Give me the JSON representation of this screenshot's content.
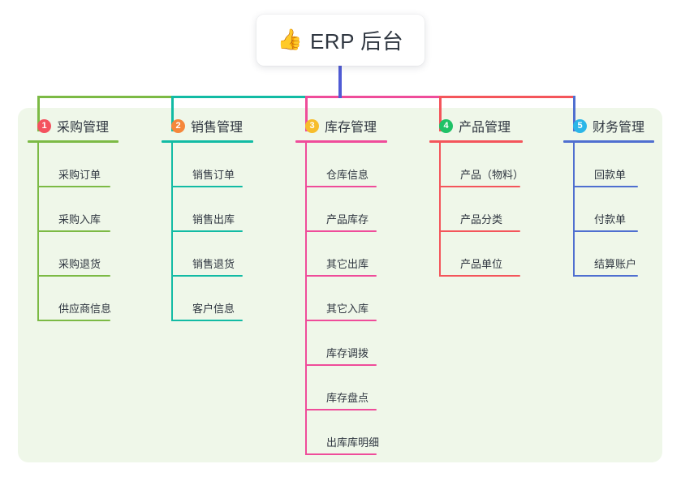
{
  "root": {
    "icon": "thumbs-up-emoji",
    "emoji": "👍",
    "title": "ERP 后台"
  },
  "palette": {
    "panel_bg": "#eff7e9",
    "page_bg": "#ffffff",
    "text": "#2f3640",
    "root_stem": "#4f5bd5"
  },
  "columns": [
    {
      "number": "1",
      "title": "采购管理",
      "badge_color": "#f4525f",
      "line_color": "#7cba45",
      "items": [
        {
          "label": "采购订单"
        },
        {
          "label": "采购入库"
        },
        {
          "label": "采购退货"
        },
        {
          "label": "供应商信息"
        }
      ]
    },
    {
      "number": "2",
      "title": "销售管理",
      "badge_color": "#f5873b",
      "line_color": "#12bba4",
      "items": [
        {
          "label": "销售订单"
        },
        {
          "label": "销售出库"
        },
        {
          "label": "销售退货"
        },
        {
          "label": "客户信息"
        }
      ]
    },
    {
      "number": "3",
      "title": "库存管理",
      "badge_color": "#f7bd2b",
      "line_color": "#ef4c9a",
      "items": [
        {
          "label": "仓库信息"
        },
        {
          "label": "产品库存"
        },
        {
          "label": "其它出库"
        },
        {
          "label": "其它入库"
        },
        {
          "label": "库存调拨"
        },
        {
          "label": "库存盘点"
        },
        {
          "label": "出库库明细"
        }
      ]
    },
    {
      "number": "4",
      "title": "产品管理",
      "badge_color": "#1fc267",
      "line_color": "#f4555b",
      "items": [
        {
          "label": "产品（物料）"
        },
        {
          "label": "产品分类"
        },
        {
          "label": "产品单位"
        }
      ]
    },
    {
      "number": "5",
      "title": "财务管理",
      "badge_color": "#2bb6e8",
      "line_color": "#4f6fd0",
      "items": [
        {
          "label": "回款单"
        },
        {
          "label": "付款单"
        },
        {
          "label": "结算账户"
        }
      ]
    }
  ]
}
